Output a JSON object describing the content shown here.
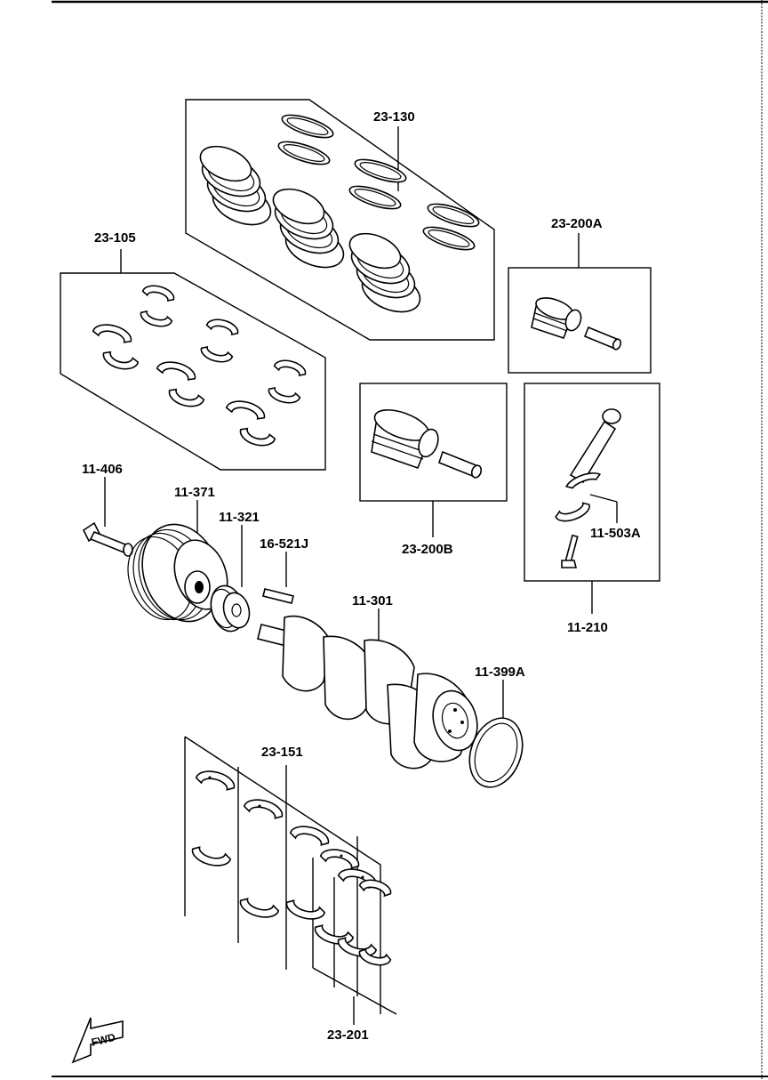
{
  "labels": {
    "rings": "23-130",
    "main_bearings_top": "23-105",
    "piston_a": "23-200A",
    "piston_b": "23-200B",
    "rod_assy": "11-210",
    "rod_cap_bolt": "11-503A",
    "bolt": "11-406",
    "pulley": "11-371",
    "sprocket": "11-321",
    "key": "16-521J",
    "crankshaft": "11-301",
    "oil_seal": "11-399A",
    "thrust_bearings": "23-151",
    "bearing_set": "23-201"
  },
  "direction_arrow": "FWD"
}
